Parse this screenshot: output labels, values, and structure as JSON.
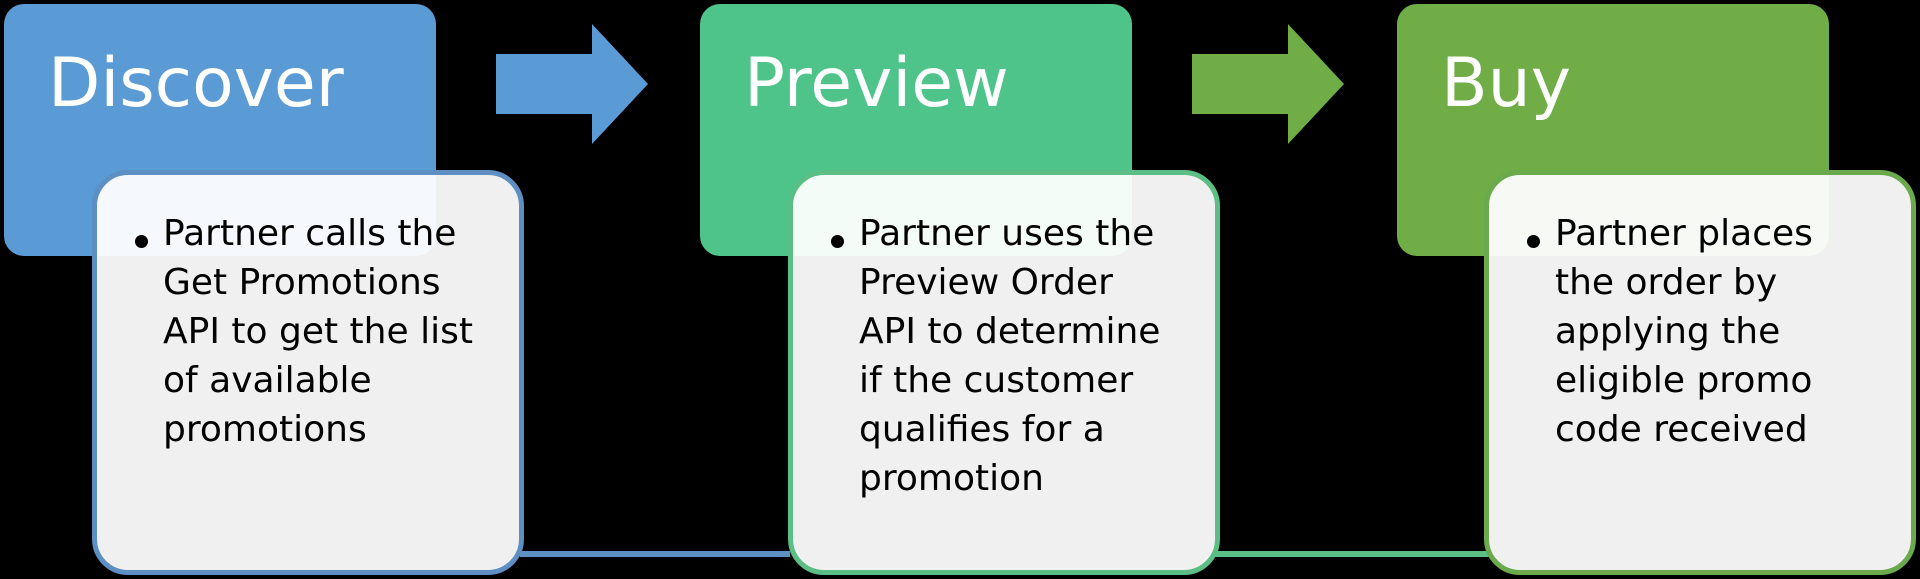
{
  "colors": {
    "discover": "#5B9BD5",
    "discover_border": "#5D8FC3",
    "preview": "#4EC48A",
    "preview_border": "#5BBE85",
    "buy": "#70AD47",
    "buy_border": "#6AAA4C",
    "background": "#000000"
  },
  "steps": [
    {
      "title": "Discover",
      "bullet": "Partner calls the\nGet Promotions\nAPI to get the list\nof  available\npromotions"
    },
    {
      "title": "Preview",
      "bullet": "Partner uses the\nPreview Order\nAPI to determine\nif the customer\nqualifies for a\npromotion"
    },
    {
      "title": "Buy",
      "bullet": "Partner places\nthe order by\napplying the\neligible promo\ncode received"
    }
  ],
  "arrows": [
    {
      "name": "arrow-discover-to-preview",
      "color": "#5B9BD5"
    },
    {
      "name": "arrow-preview-to-buy",
      "color": "#70AD47"
    }
  ]
}
